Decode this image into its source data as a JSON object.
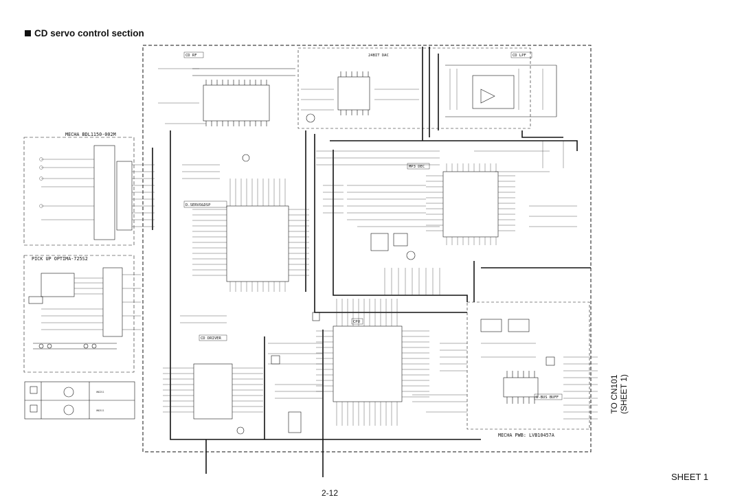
{
  "page": {
    "title": "CD servo control section",
    "sheet_label": "SHEET 1",
    "page_number": "2-12",
    "side_label_line1": "TO CN101",
    "side_label_line2": "(SHEET 1)"
  },
  "blocks": {
    "cd_rf": "CD RF",
    "dac": "24BIT DAC",
    "cd_lpf": "CD LPF",
    "servo_dsp": "D.SERVO&DSP",
    "mp3_dec": "MP3 DEC",
    "cd_driver": "CD DRIVER",
    "cpu": "CPU",
    "u_bus_buff": "U-BUS BUFF"
  },
  "mecha": {
    "title": "MECHA  BDL1150-002M",
    "pwb": "MECHA PWB: LVB10457A"
  },
  "pickup": {
    "title": "PICK UP  OPTIMA-725S2"
  },
  "switches": {
    "un2211": "UN2211",
    "un2111": "UN2111"
  },
  "colors": {
    "line": "#111111",
    "thin_line": "#333333",
    "background": "#ffffff"
  }
}
